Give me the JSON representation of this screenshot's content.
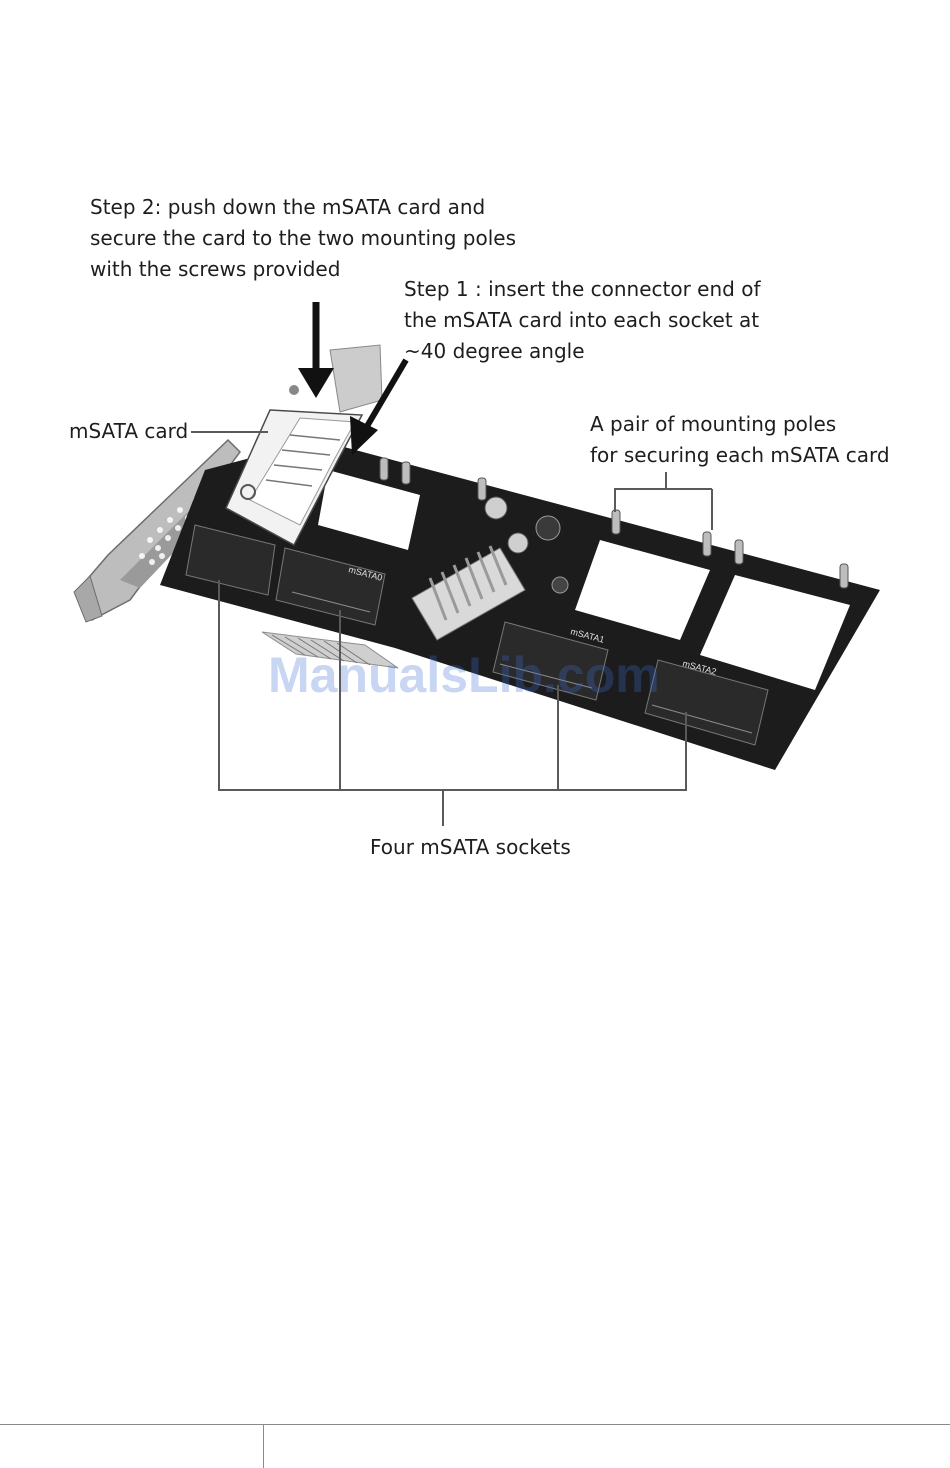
{
  "labels": {
    "step2": "Step 2: push down the mSATA card and\nsecure the card to the two mounting poles\nwith the screws provided",
    "step1": "Step 1 : insert the connector end of\nthe mSATA card into each socket at\n~40 degree angle",
    "msata_card": "mSATA card",
    "mounting_poles": "A pair of mounting poles\nfor securing each mSATA card",
    "sockets": "Four mSATA sockets"
  },
  "board_silkscreen": [
    "mSATA0",
    "mSATA1",
    "mSATA2"
  ],
  "watermark": "ManualsLib.com",
  "colors": {
    "board": "#1c1c1c",
    "leader_line": "#5a5a5a",
    "watermark": "#3d6fd6"
  }
}
